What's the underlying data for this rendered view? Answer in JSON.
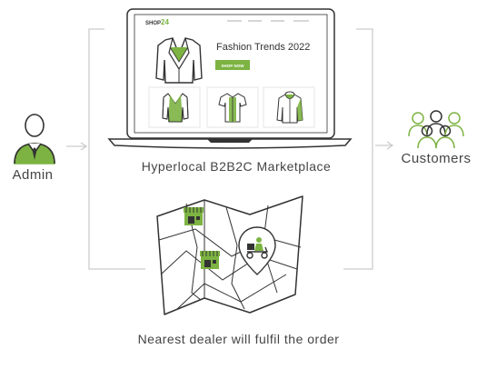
{
  "nodes": {
    "admin": "Admin",
    "customers": "Customers",
    "marketplace": "Hyperlocal B2B2C Marketplace",
    "dealer": "Nearest dealer will fulfil the order"
  },
  "screen": {
    "logo_text": "SHOP",
    "logo_number": "24",
    "headline": "Fashion Trends 2022",
    "cta": "SHOP NOW"
  },
  "colors": {
    "accent": "#7cb342",
    "outline": "#333333",
    "connector": "#cccccc"
  },
  "icons": [
    "admin-person-icon",
    "customers-group-icon",
    "laptop-icon",
    "map-icon",
    "store-icon",
    "location-pin-icon",
    "delivery-scooter-icon",
    "jacket-icon",
    "shirt-icon",
    "hoodie-icon"
  ]
}
